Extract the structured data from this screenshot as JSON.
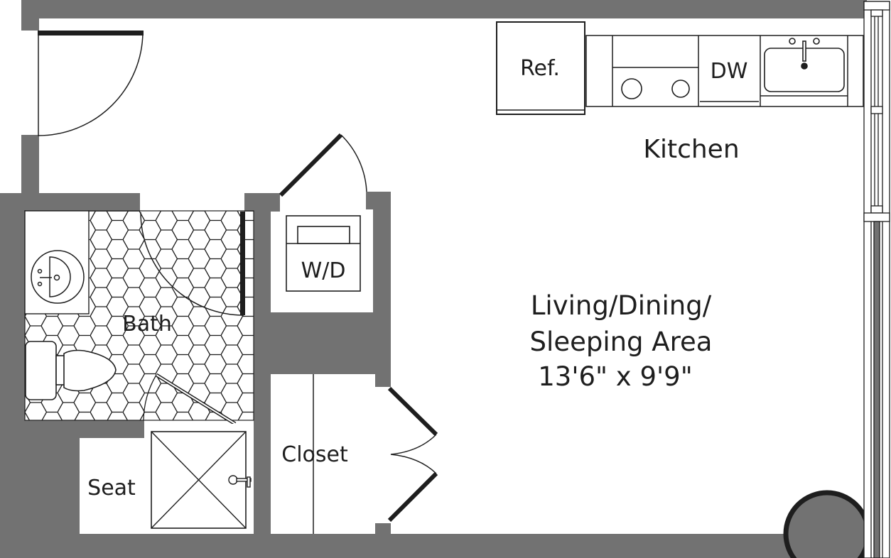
{
  "colors": {
    "wall": "#727272",
    "line": "#1e1e1e",
    "background": "#ffffff"
  },
  "rooms": {
    "kitchen": {
      "label": "Kitchen"
    },
    "living": {
      "line1": "Living/Dining/",
      "line2": "Sleeping Area",
      "dimensions": "13'6\" x 9'9\""
    },
    "bath": {
      "label": "Bath"
    },
    "closet": {
      "label": "Closet"
    },
    "seat": {
      "label": "Seat"
    },
    "laundry": {
      "label": "W/D"
    }
  },
  "appliances": {
    "refrigerator": "Ref.",
    "dishwasher": "DW"
  }
}
